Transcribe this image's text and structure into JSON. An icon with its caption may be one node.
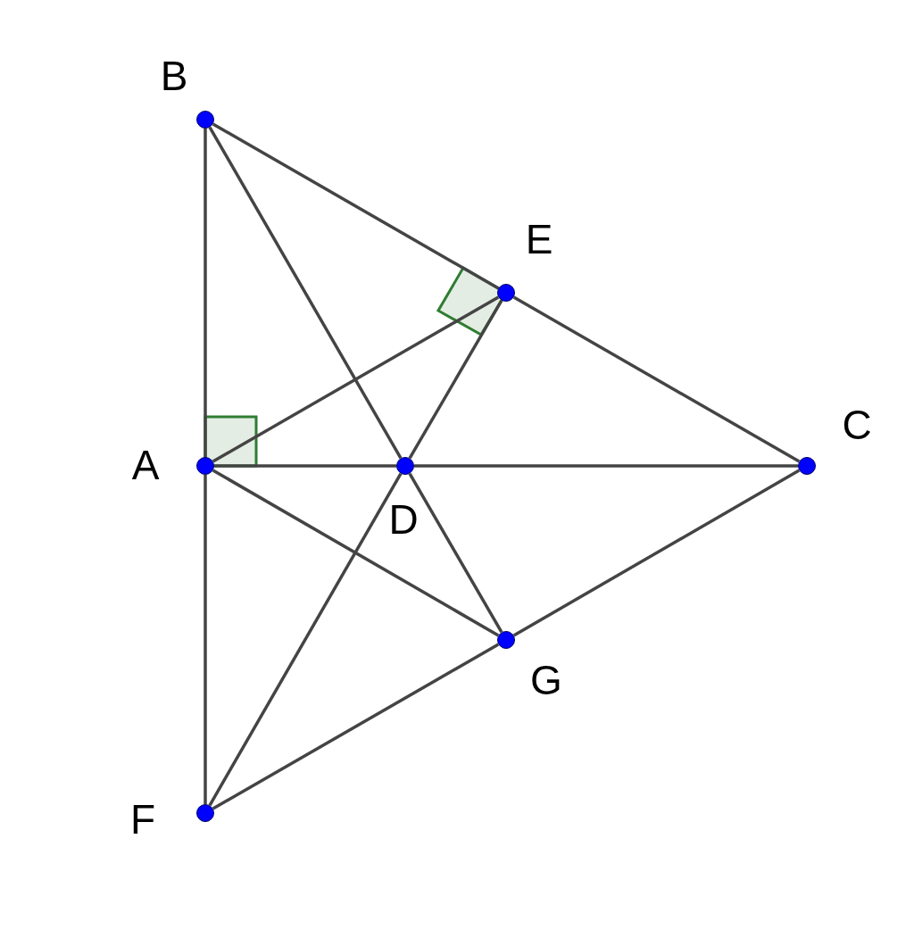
{
  "diagram": {
    "nodes": [
      {
        "text": [],
        "shape": "circle",
        "beside": [
          "B"
        ]
      },
      {
        "text": [],
        "shape": "circle",
        "beside": [
          "E"
        ]
      },
      {
        "text": [],
        "shape": "circle",
        "beside": [
          "A"
        ]
      },
      {
        "text": [],
        "shape": "circle",
        "beside": [
          "D"
        ]
      },
      {
        "text": [],
        "shape": "circle",
        "beside": [
          "C"
        ]
      },
      {
        "text": [],
        "shape": "circle",
        "beside": [
          "G"
        ]
      },
      {
        "text": [],
        "shape": "circle",
        "beside": [
          "F"
        ]
      }
    ],
    "edges": [
      {
        "from": 0,
        "to": 2,
        "arrow": "none"
      },
      {
        "from": 2,
        "to": 6,
        "arrow": "none"
      },
      {
        "from": 0,
        "to": 1,
        "arrow": "none"
      },
      {
        "from": 1,
        "to": 4,
        "arrow": "none"
      },
      {
        "from": 0,
        "to": 3,
        "arrow": "none"
      },
      {
        "from": 3,
        "to": 5,
        "arrow": "none"
      },
      {
        "from": 2,
        "to": 1,
        "arrow": "none"
      },
      {
        "from": 2,
        "to": 3,
        "arrow": "none"
      },
      {
        "from": 3,
        "to": 4,
        "arrow": "none"
      },
      {
        "from": 2,
        "to": 5,
        "arrow": "none"
      },
      {
        "from": 1,
        "to": 3,
        "arrow": "none"
      },
      {
        "from": 3,
        "to": 6,
        "arrow": "none"
      },
      {
        "from": 6,
        "to": 5,
        "arrow": "none"
      },
      {
        "from": 5,
        "to": 4,
        "arrow": "none"
      }
    ]
  }
}
